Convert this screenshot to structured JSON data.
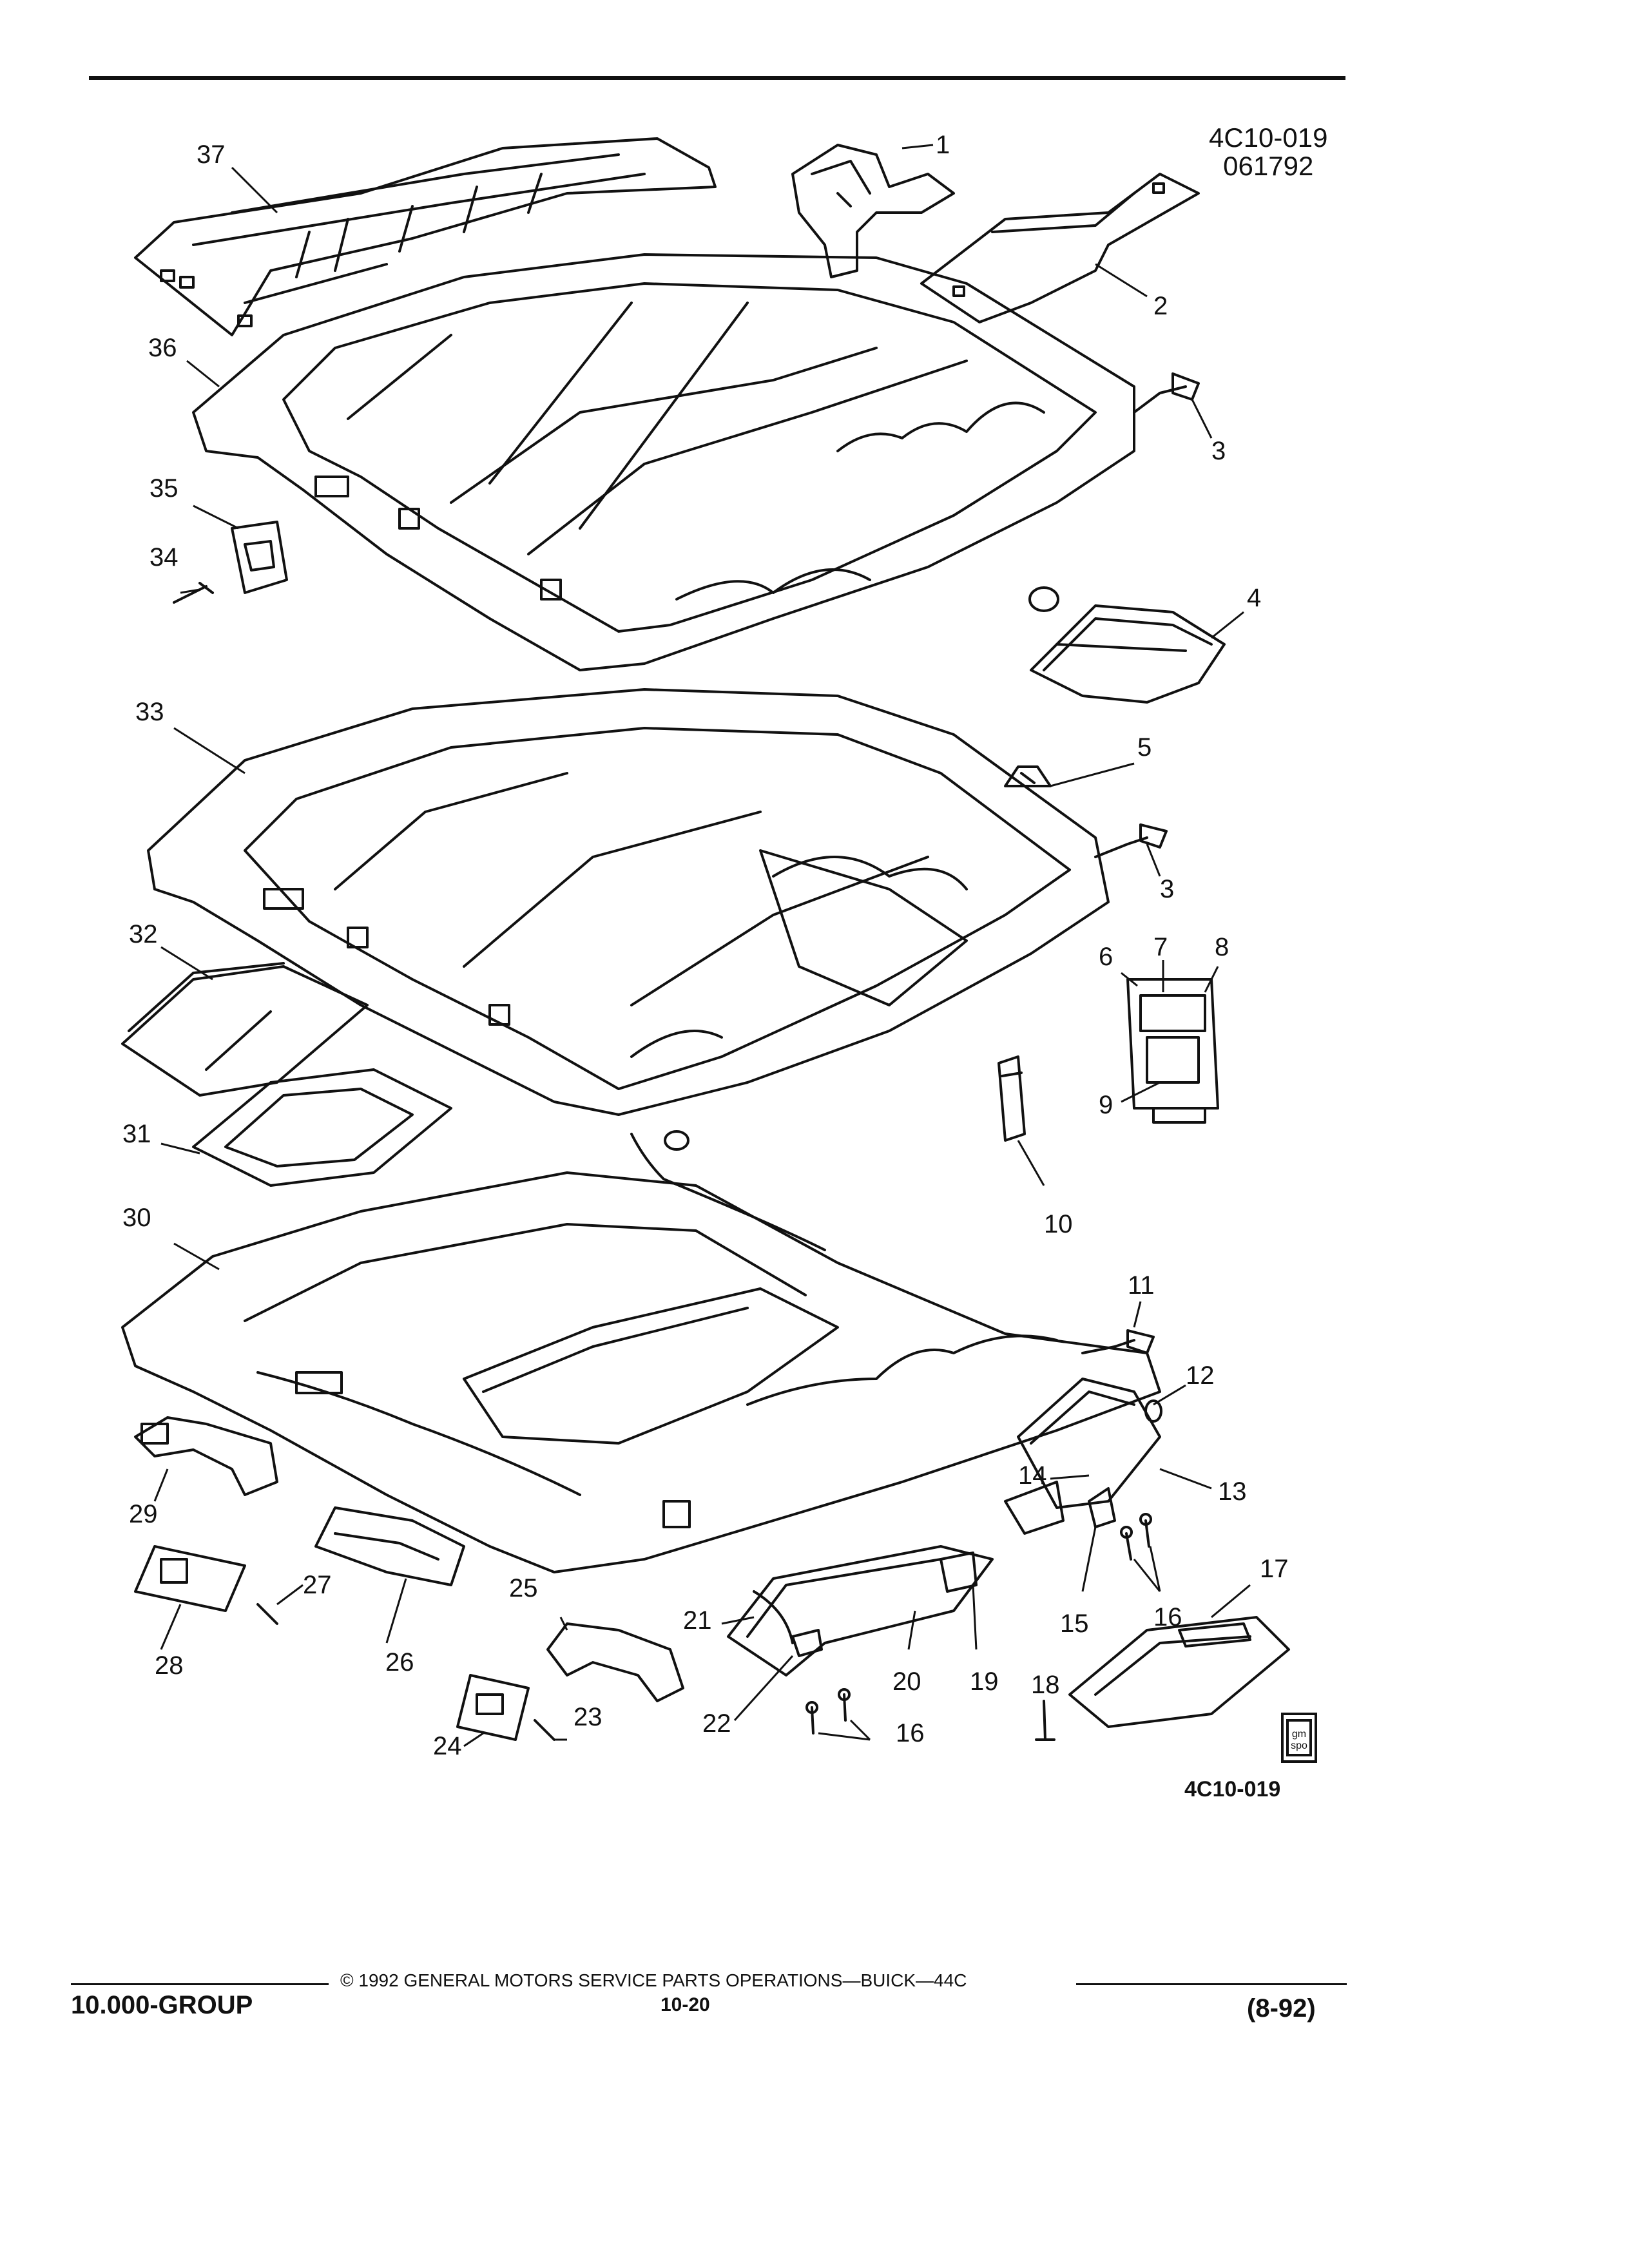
{
  "header": {
    "code_line_1": "4C10-019",
    "code_line_2": "061792"
  },
  "figure_code": "4C10-019",
  "logo_text": "gm\nspo",
  "callouts": [
    {
      "n": "1"
    },
    {
      "n": "2"
    },
    {
      "n": "3"
    },
    {
      "n": "3"
    },
    {
      "n": "4"
    },
    {
      "n": "5"
    },
    {
      "n": "6"
    },
    {
      "n": "7"
    },
    {
      "n": "8"
    },
    {
      "n": "9"
    },
    {
      "n": "10"
    },
    {
      "n": "11"
    },
    {
      "n": "12"
    },
    {
      "n": "13"
    },
    {
      "n": "14"
    },
    {
      "n": "15"
    },
    {
      "n": "16"
    },
    {
      "n": "16"
    },
    {
      "n": "17"
    },
    {
      "n": "18"
    },
    {
      "n": "19"
    },
    {
      "n": "20"
    },
    {
      "n": "21"
    },
    {
      "n": "22"
    },
    {
      "n": "16"
    },
    {
      "n": "23"
    },
    {
      "n": "24"
    },
    {
      "n": "25"
    },
    {
      "n": "26"
    },
    {
      "n": "27"
    },
    {
      "n": "28"
    },
    {
      "n": "29"
    },
    {
      "n": "30"
    },
    {
      "n": "31"
    },
    {
      "n": "32"
    },
    {
      "n": "33"
    },
    {
      "n": "34"
    },
    {
      "n": "35"
    },
    {
      "n": "36"
    },
    {
      "n": "37"
    }
  ],
  "footer": {
    "group": "10.000-GROUP",
    "copyright": "© 1992 GENERAL MOTORS SERVICE PARTS OPERATIONS—BUICK—44C",
    "page": "10-20",
    "date": "(8-92)"
  }
}
